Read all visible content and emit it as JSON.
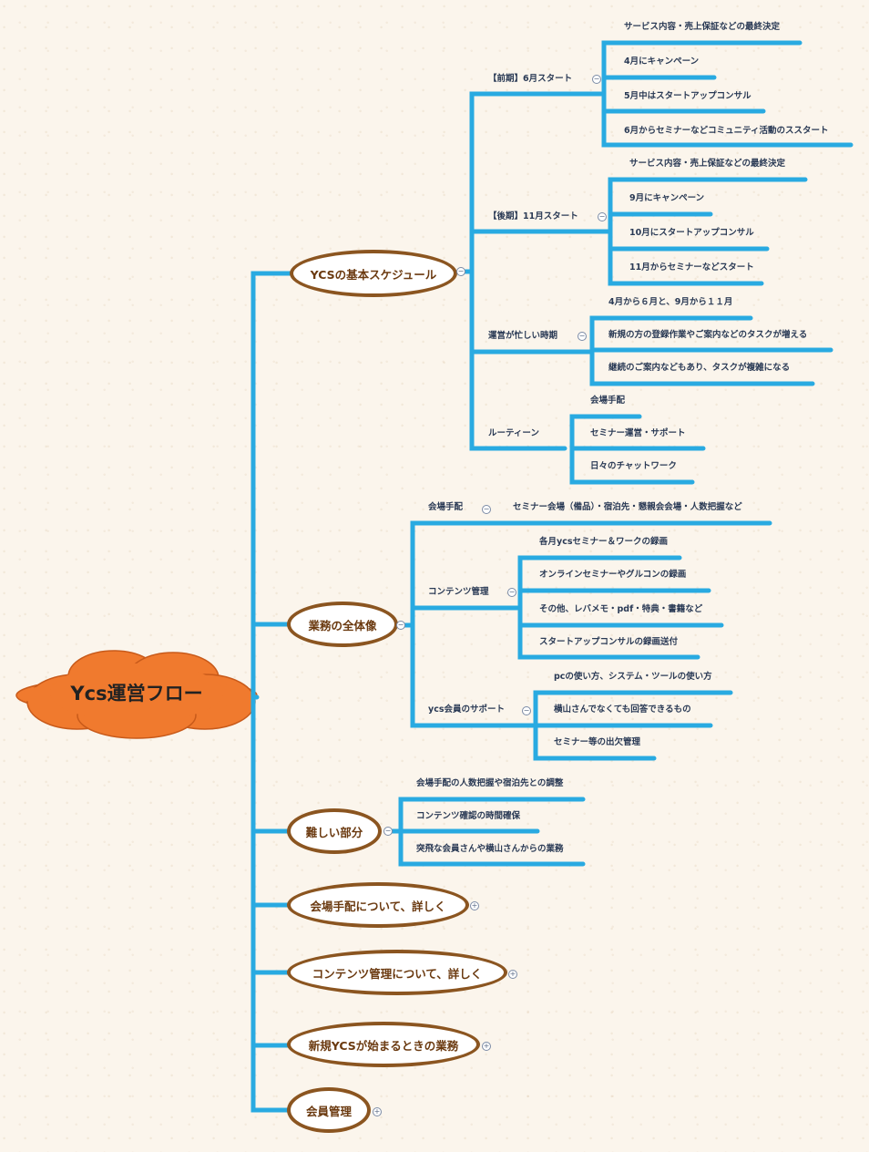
{
  "root": {
    "label": "Ycs運営フロー"
  },
  "colors": {
    "line": "#29aae1",
    "node_border": "#8b5520",
    "cloud": "#f07a2e"
  },
  "nodes": {
    "schedule": {
      "label": "YCSの基本スケジュール",
      "children": {
        "early": {
          "label": "【前期】6月スタート",
          "items": [
            "サービス内容・売上保証などの最終決定",
            "4月にキャンペーン",
            "5月中はスタートアップコンサル",
            "6月からセミナーなどコミュニティ活動のススタート"
          ]
        },
        "late": {
          "label": "【後期】11月スタート",
          "items": [
            "サービス内容・売上保証などの最終決定",
            "9月にキャンペーン",
            "10月にスタートアップコンサル",
            "11月からセミナーなどスタート"
          ]
        },
        "busy": {
          "label": "運営が忙しい時期",
          "items": [
            "4月から６月と、9月から１１月",
            "新規の方の登録作業やご案内などのタスクが増える",
            "継続のご案内などもあり、タスクが複雑になる"
          ]
        },
        "routine": {
          "label": "ルーティーン",
          "items": [
            "会場手配",
            "セミナー運営・サポート",
            "日々のチャットワーク"
          ]
        }
      }
    },
    "overview": {
      "label": "業務の全体像",
      "children": {
        "venue": {
          "label": "会場手配",
          "items": [
            "セミナー会場（備品）・宿泊先・懇親会会場・人数把握など"
          ]
        },
        "contents": {
          "label": "コンテンツ管理",
          "items": [
            "各月ycsセミナー＆ワークの録画",
            "オンラインセミナーやグルコンの録画",
            "その他、レバメモ・pdf・特典・書籍など",
            "スタートアップコンサルの録画送付"
          ]
        },
        "support": {
          "label": "ycs会員のサポート",
          "items": [
            "pcの使い方、システム・ツールの使い方",
            "横山さんでなくても回答できるもの",
            "セミナー等の出欠管理"
          ]
        }
      }
    },
    "difficult": {
      "label": "難しい部分",
      "items": [
        "会場手配の人数把握や宿泊先との調整",
        "コンテンツ確認の時間確保",
        "突飛な会員さんや横山さんからの業務"
      ]
    },
    "venue_detail": {
      "label": "会場手配について、詳しく"
    },
    "contents_detail": {
      "label": "コンテンツ管理について、詳しく"
    },
    "new_ycs": {
      "label": "新規YCSが始まるときの業務"
    },
    "member": {
      "label": "会員管理"
    }
  },
  "toggles": {
    "collapse": "−",
    "expand": "+"
  }
}
